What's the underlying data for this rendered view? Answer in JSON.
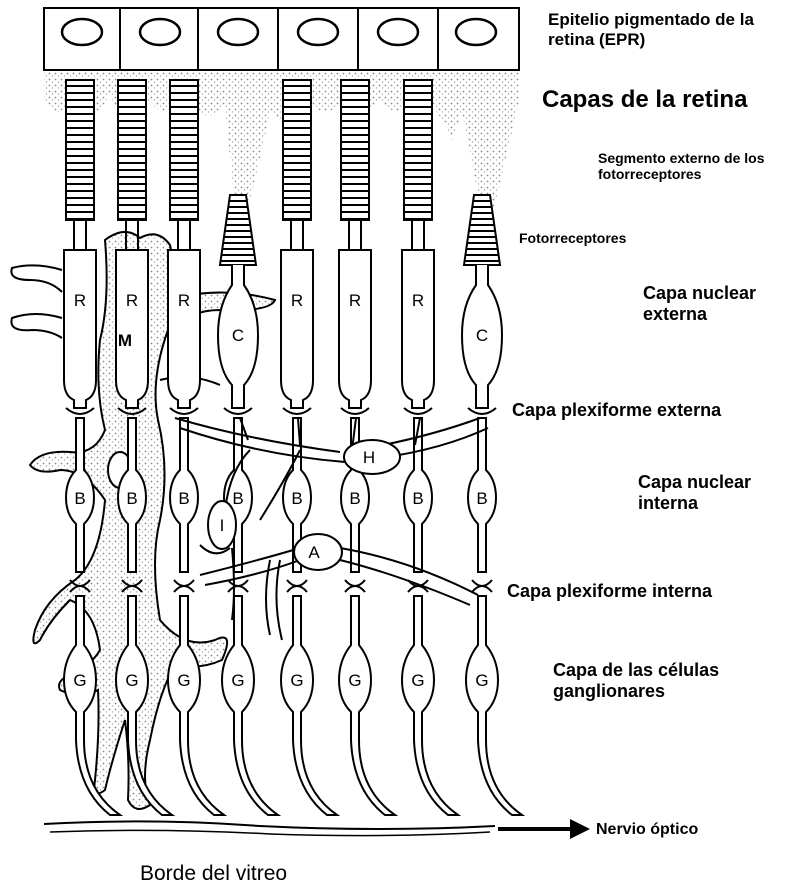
{
  "labels": {
    "epr": "Epitelio pigmentado de la retina (EPR)",
    "title": "Capas de la retina",
    "outer_segment": "Segmento externo de los fotorreceptores",
    "photoreceptors": "Fotorreceptores",
    "outer_nuclear": "Capa nuclear externa",
    "outer_plexiform": "Capa plexiforme externa",
    "inner_nuclear": "Capa nuclear interna",
    "inner_plexiform": "Capa plexiforme interna",
    "ganglion": "Capa de las células ganglionares",
    "optic_nerve": "Nervio óptico",
    "vitreous": "Borde del vitreo"
  },
  "cell_letters": {
    "rod": "R",
    "cone": "C",
    "muller": "M",
    "bipolar": "B",
    "horizontal": "H",
    "amacrine": "A",
    "interplexiform": "I",
    "ganglion": "G"
  },
  "columns": [
    {
      "photoreceptor": "rod"
    },
    {
      "photoreceptor": "rod"
    },
    {
      "photoreceptor": "rod"
    },
    {
      "photoreceptor": "cone"
    },
    {
      "photoreceptor": "rod"
    },
    {
      "photoreceptor": "rod"
    },
    {
      "photoreceptor": "rod"
    },
    {
      "photoreceptor": "cone"
    }
  ],
  "colors": {
    "ink": "#000000",
    "stipple": "#bdbdbd"
  }
}
